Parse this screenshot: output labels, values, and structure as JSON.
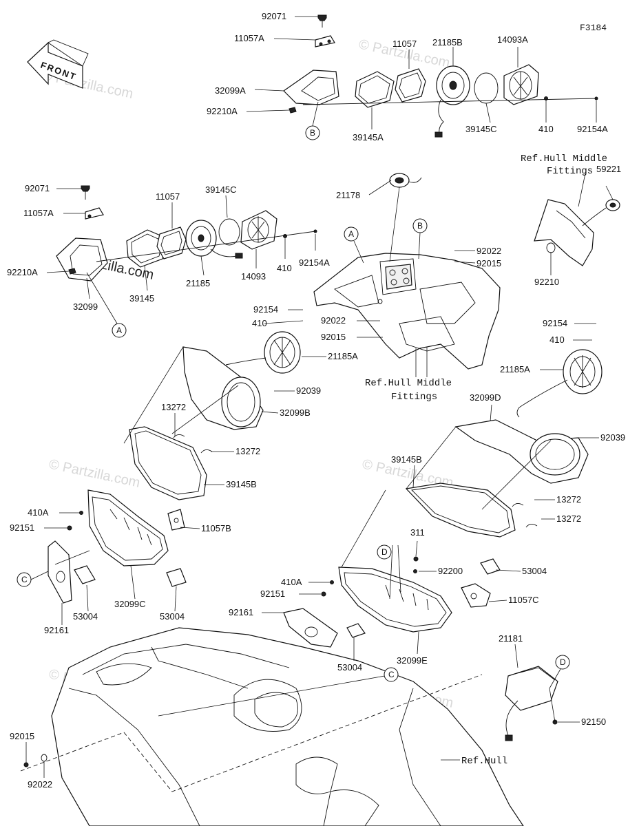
{
  "figure_code": "F3184",
  "front_label": "FRONT",
  "watermark": "© Partzilla.com",
  "parts": [
    {
      "id": "p1",
      "label": "92071"
    },
    {
      "id": "p2",
      "label": "11057A"
    },
    {
      "id": "p3",
      "label": "11057"
    },
    {
      "id": "p4",
      "label": "21185B"
    },
    {
      "id": "p5",
      "label": "14093A"
    },
    {
      "id": "p6",
      "label": "32099A"
    },
    {
      "id": "p7",
      "label": "92210A"
    },
    {
      "id": "p8",
      "label": "39145A"
    },
    {
      "id": "p9",
      "label": "39145C"
    },
    {
      "id": "p10",
      "label": "410"
    },
    {
      "id": "p11",
      "label": "92154A"
    },
    {
      "id": "p12",
      "label": "92071"
    },
    {
      "id": "p13",
      "label": "11057"
    },
    {
      "id": "p14",
      "label": "39145C"
    },
    {
      "id": "p15",
      "label": "11057A"
    },
    {
      "id": "p16",
      "label": "92210A"
    },
    {
      "id": "p17",
      "label": "410"
    },
    {
      "id": "p18",
      "label": "92154A"
    },
    {
      "id": "p19",
      "label": "39145"
    },
    {
      "id": "p20",
      "label": "21185"
    },
    {
      "id": "p21",
      "label": "14093"
    },
    {
      "id": "p22",
      "label": "32099"
    },
    {
      "id": "p23",
      "label": "21178"
    },
    {
      "id": "p24",
      "label": "92022"
    },
    {
      "id": "p25",
      "label": "92015"
    },
    {
      "id": "p26",
      "label": "92154"
    },
    {
      "id": "p27",
      "label": "410"
    },
    {
      "id": "p28",
      "label": "92022"
    },
    {
      "id": "p29",
      "label": "92015"
    },
    {
      "id": "p30",
      "label": "21185A"
    },
    {
      "id": "p31",
      "label": "92039"
    },
    {
      "id": "p32",
      "label": "13272"
    },
    {
      "id": "p33",
      "label": "32099B"
    },
    {
      "id": "p34",
      "label": "13272"
    },
    {
      "id": "p35",
      "label": "39145B"
    },
    {
      "id": "p36",
      "label": "410A"
    },
    {
      "id": "p37",
      "label": "92151"
    },
    {
      "id": "p38",
      "label": "11057B"
    },
    {
      "id": "p39",
      "label": "92161"
    },
    {
      "id": "p40",
      "label": "53004"
    },
    {
      "id": "p41",
      "label": "32099C"
    },
    {
      "id": "p42",
      "label": "53004"
    },
    {
      "id": "p43",
      "label": "59221"
    },
    {
      "id": "p44",
      "label": "92210"
    },
    {
      "id": "p45",
      "label": "92154"
    },
    {
      "id": "p46",
      "label": "410"
    },
    {
      "id": "p47",
      "label": "21185A"
    },
    {
      "id": "p48",
      "label": "32099D"
    },
    {
      "id": "p49",
      "label": "92039"
    },
    {
      "id": "p50",
      "label": "39145B"
    },
    {
      "id": "p51",
      "label": "13272"
    },
    {
      "id": "p52",
      "label": "13272"
    },
    {
      "id": "p53",
      "label": "311"
    },
    {
      "id": "p54",
      "label": "92200"
    },
    {
      "id": "p55",
      "label": "53004"
    },
    {
      "id": "p56",
      "label": "410A"
    },
    {
      "id": "p57",
      "label": "92151"
    },
    {
      "id": "p58",
      "label": "11057C"
    },
    {
      "id": "p59",
      "label": "92161"
    },
    {
      "id": "p60",
      "label": "53004"
    },
    {
      "id": "p61",
      "label": "32099E"
    },
    {
      "id": "p62",
      "label": "21181"
    },
    {
      "id": "p63",
      "label": "92150"
    },
    {
      "id": "p64",
      "label": "92015"
    },
    {
      "id": "p65",
      "label": "92022"
    }
  ],
  "references": {
    "hull_middle_fittings_1_line1": "Ref.Hull Middle",
    "hull_middle_fittings_1_line2": "Fittings",
    "hull_middle_fittings_2_line1": "Ref.Hull Middle",
    "hull_middle_fittings_2_line2": "Fittings",
    "hull": "Ref.Hull"
  },
  "callouts": {
    "A_top": "A",
    "A_left": "A",
    "B_top": "B",
    "B_mid": "B",
    "C_left": "C",
    "C_bottom": "C",
    "D_mid": "D",
    "D_right": "D"
  }
}
